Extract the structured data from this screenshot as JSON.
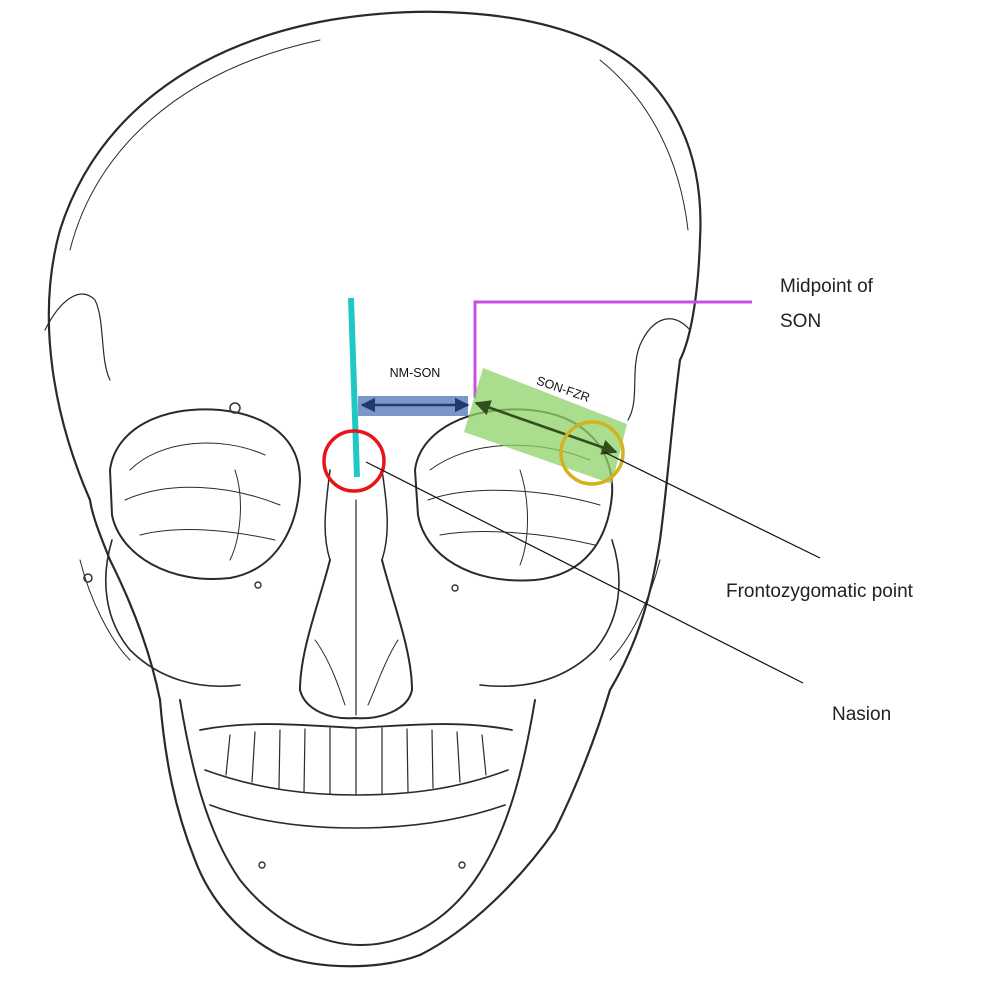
{
  "labels": {
    "midpoint_son_line1": "Midpoint of",
    "midpoint_son_line2": "SON",
    "frontozygomatic": "Frontozygomatic point",
    "nasion": "Nasion",
    "nm_son": "NM-SON",
    "son_fzr": "SON-FZR"
  },
  "colors": {
    "midline": "#1fc8c4",
    "son_marker": "#c94fe0",
    "nasion_circle": "#e8141a",
    "frontozygomatic_circle": "#d4b11e",
    "nm_son_arrow": "#7b96c8",
    "son_fzr_band": "#8fd16a",
    "leader_lines": "#111111",
    "bone_outline": "#2a2a2a"
  }
}
